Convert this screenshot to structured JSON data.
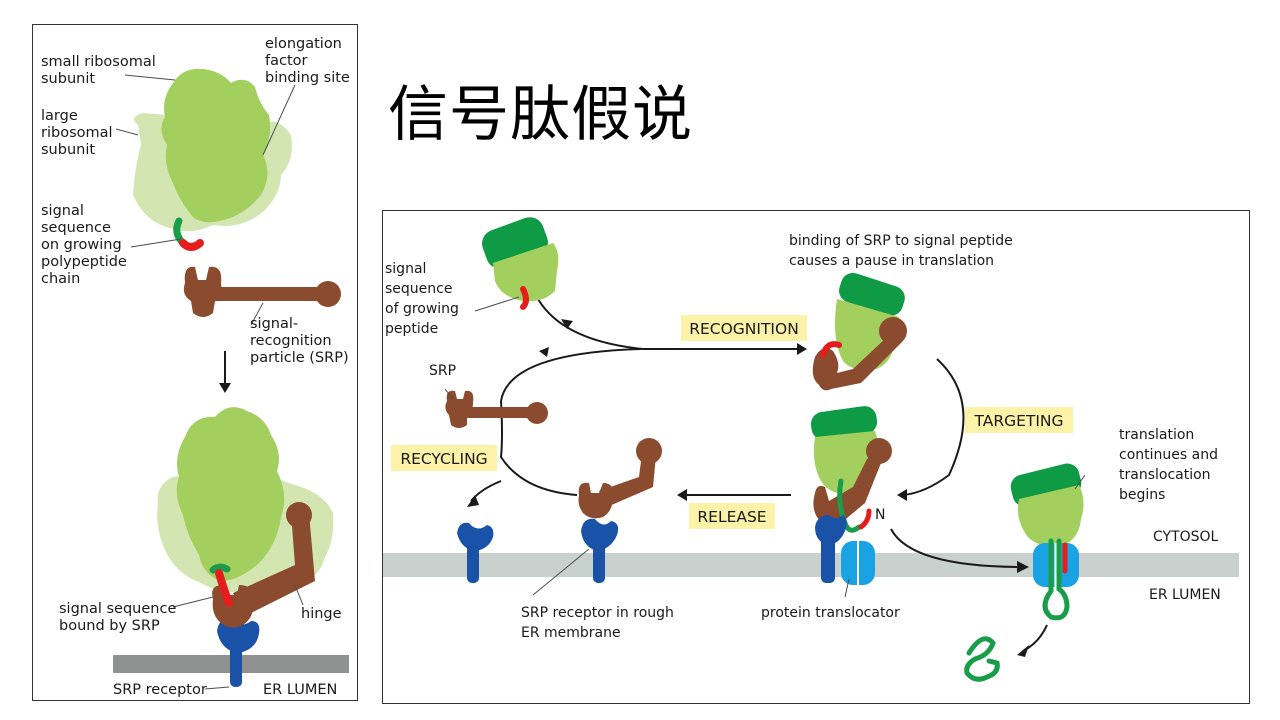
{
  "title": "信号肽假说",
  "colors": {
    "ribosome_small": "#a3cf5f",
    "ribosome_large": "#d3e6b1",
    "srp": "#8a4b2e",
    "receptor": "#1a52a8",
    "translocator": "#1aa3e4",
    "signal_peptide": "#e51d1d",
    "polypeptide": "#1a9d4a",
    "elongation_cap": "#0f9a45",
    "membrane": "#c8d1ce",
    "label_bg": "#fdf3a8"
  },
  "left_panel": {
    "small_subunit": [
      "small ribosomal",
      "subunit"
    ],
    "elongation_site": [
      "elongation",
      "factor",
      "binding site"
    ],
    "large_subunit": [
      "large",
      "ribosomal",
      "subunit"
    ],
    "signal_sequence": [
      "signal",
      "sequence",
      "on growing",
      "polypeptide",
      "chain"
    ],
    "srp_label": [
      "signal-",
      "recognition",
      "particle (SRP)"
    ],
    "signal_bound": [
      "signal sequence",
      "bound by SRP"
    ],
    "hinge": "hinge",
    "srp_receptor": "SRP receptor",
    "er_lumen": "ER LUMEN"
  },
  "right_panel": {
    "signal_seq": [
      "signal",
      "sequence",
      "of growing",
      "peptide"
    ],
    "srp": "SRP",
    "binding_note": [
      "binding of SRP to signal peptide",
      "causes a pause in translation"
    ],
    "recognition": "RECOGNITION",
    "targeting": "TARGETING",
    "recycling": "RECYCLING",
    "release": "RELEASE",
    "n_terminus": "N",
    "translation_note": [
      "translation",
      "continues and",
      "translocation",
      "begins"
    ],
    "cytosol": "CYTOSOL",
    "er_lumen": "ER LUMEN",
    "receptor_note": [
      "SRP receptor in rough",
      "ER membrane"
    ],
    "translocator_note": "protein translocator"
  }
}
